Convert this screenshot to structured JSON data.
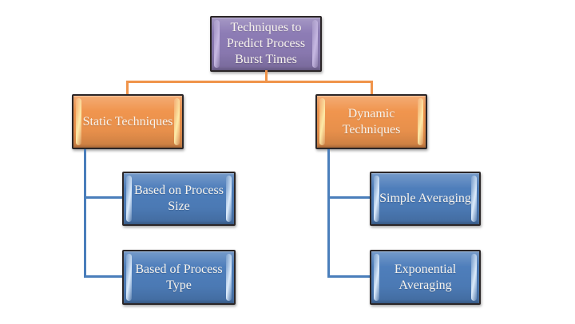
{
  "diagram": {
    "type": "hierarchy",
    "root": {
      "label": "Techniques to Predict Process Burst Times"
    },
    "branches": [
      {
        "label": "Static Techniques",
        "children": [
          {
            "label": "Based on Process Size"
          },
          {
            "label": "Based of Process Type"
          }
        ]
      },
      {
        "label": "Dynamic Techniques",
        "children": [
          {
            "label": "Simple Averaging"
          },
          {
            "label": "Exponential Averaging"
          }
        ]
      }
    ]
  },
  "colors": {
    "purple": "#8d7cb5",
    "orange": "#f0954e",
    "blue": "#4e7ebb",
    "orange-line": "#f0944a",
    "blue-line": "#4a7ebb",
    "border": "#2b2627",
    "text": "#f7f3ed"
  }
}
